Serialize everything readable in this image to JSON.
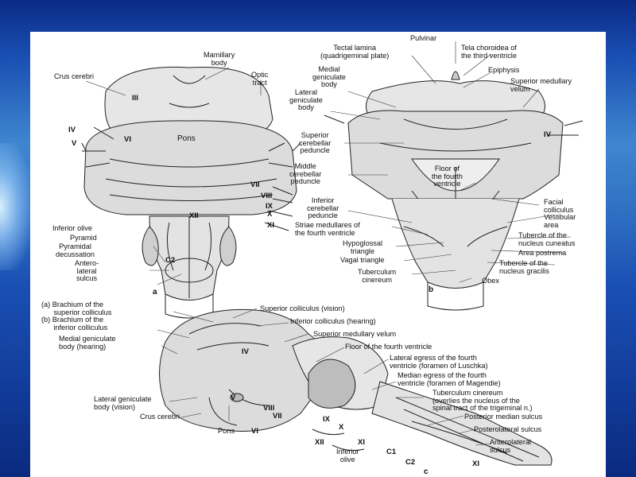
{
  "figure_a": {
    "letter": "a",
    "labels": {
      "mamillary_body": "Mamillary\nbody",
      "crus_cerebri": "Crus cerebri",
      "optic_tract": "Optic\ntract",
      "pons": "Pons",
      "inferior_olive": "Inferior olive",
      "pyramid": "Pyramid",
      "pyramidal_decussation": "Pyramidal\ndecussation",
      "anterolateral_sulcus": "Antero-\nlateral\nsulcus"
    },
    "numerals": [
      "III",
      "IV",
      "V",
      "VI",
      "VII",
      "VIII",
      "IX",
      "X",
      "XI",
      "XII",
      "C2"
    ]
  },
  "figure_b": {
    "letter": "b",
    "labels": {
      "pulvinar": "Pulvinar",
      "tectal_lamina": "Tectal lamina\n(quadrigeminal plate)",
      "tela_choroidea": "Tela choroidea of\nthe third ventricle",
      "medial_geniculate": "Medial\ngeniculate\nbody",
      "epiphysis": "Epiphysis",
      "superior_medullary_velum": "Superior medullary\nvelum",
      "lateral_geniculate": "Lateral\ngeniculate\nbody",
      "superior_cerebellar_peduncle": "Superior\ncerebellar\npeduncle",
      "middle_cerebellar_peduncle": "Middle\ncerebellar\npeduncle",
      "floor_fourth_ventricle": "Floor of\nthe fourth\nventricle",
      "inferior_cerebellar_peduncle": "Inferior\ncerebellar\npeduncle",
      "facial_colliculus": "Facial\ncolliculus",
      "striae_medullares": "Striae medullares of\nthe fourth ventricle",
      "vestibular_area": "Vestibular\narea",
      "hypoglossal_triangle": "Hypoglossal\ntriangle",
      "tubercle_cuneatus": "Tubercle of the\nnucleus cuneatus",
      "area_postrema": "Area postrema",
      "vagal_triangle": "Vagal triangle",
      "tubercle_gracilis": "Tubercle of the\nnucleus gracilis",
      "tuberculum_cinereum": "Tuberculum\ncinereum",
      "obex": "Obex"
    },
    "numerals": [
      "IV"
    ]
  },
  "figure_c": {
    "letter": "c",
    "labels": {
      "brachium": "(a) Brachium of the\n      superior colliculus\n(b) Brachium of the\n      inferior colliculus",
      "superior_colliculus": "Superior colliculus (vision)",
      "inferior_colliculus": "Inferior colliculus (hearing)",
      "medial_geniculate": "Medial geniculate\nbody (hearing)",
      "superior_medullary_velum": "Superior medullary velum",
      "floor_fourth_ventricle": "Floor of the fourth ventricle",
      "lateral_egress": "Lateral egress of the fourth\nventricle (foramen of Luschka)",
      "median_egress": "Median egress of the fourth\nventricle (foramen of Magendie)",
      "lateral_geniculate": "Lateral geniculate\nbody (vision)",
      "tuberculum_cinereum": "Tuberculum cinereum\n(overlies the nucleus of the\nspinal tract of the trigeminal n.)",
      "crus_cerebri": "Crus cerebri",
      "pons": "Pons",
      "posterior_median_sulcus": "Posterior median sulcus",
      "posterolateral_sulcus": "Posterolateral sulcus",
      "anterolateral_sulcus": "Anterolateral\nsulcus",
      "inferior_olive": "Inferior\nolive"
    },
    "numerals": [
      "IV",
      "V",
      "VI",
      "VII",
      "VIII",
      "IX",
      "X",
      "XI",
      "XII",
      "C1",
      "C2",
      "XI"
    ]
  },
  "colors": {
    "background_top": "#0b2a86",
    "background_mid": "#3f86cf",
    "slide": "#ffffff",
    "ink": "#111111"
  }
}
